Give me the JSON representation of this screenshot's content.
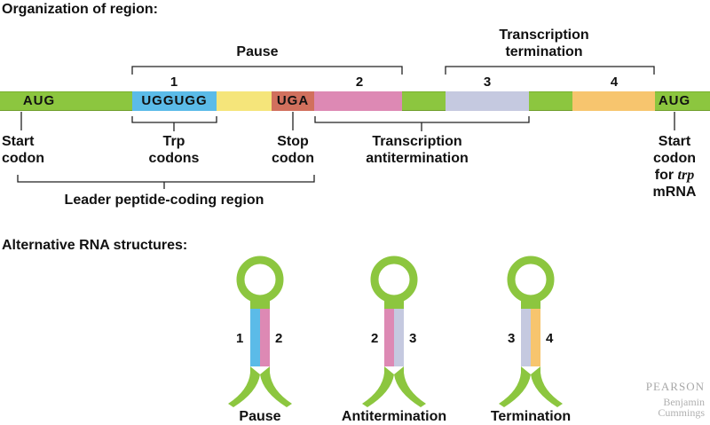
{
  "headings": {
    "organization": "Organization of region:",
    "alternative": "Alternative RNA structures:"
  },
  "colors": {
    "backbone": "#8cc63f",
    "trp_codons": "#5bbbe8",
    "spacer": "#f5e57a",
    "stop_codon": "#d1705d",
    "region_2": "#dd89b4",
    "region_3": "#c5c9e0",
    "region_4": "#f7c56e"
  },
  "strand": {
    "aug_left": "AUG",
    "ugg": "UGGUGG",
    "uga": "UGA",
    "aug_right": "AUG",
    "region_numbers": [
      "1",
      "2",
      "3",
      "4"
    ]
  },
  "brackets": {
    "pause": "Pause",
    "transcription_termination": [
      "Transcription",
      "termination"
    ],
    "transcription_antitermination": [
      "Transcription",
      "antitermination"
    ],
    "leader_peptide": "Leader peptide-coding region"
  },
  "labels": {
    "start_codon": [
      "Start",
      "codon"
    ],
    "trp_codons": [
      "Trp",
      "codons"
    ],
    "stop_codon": [
      "Stop",
      "codon"
    ],
    "start_codon_trp": [
      "Start",
      "codon",
      "for ",
      "trp",
      "mRNA"
    ]
  },
  "structures": [
    {
      "name": "Pause",
      "left_num": "1",
      "right_num": "2"
    },
    {
      "name": "Antitermination",
      "left_num": "2",
      "right_num": "3"
    },
    {
      "name": "Termination",
      "left_num": "3",
      "right_num": "4"
    }
  ],
  "publisher": {
    "line1": "PEARSON",
    "line2": "Benjamin",
    "line3": "Cummings"
  }
}
